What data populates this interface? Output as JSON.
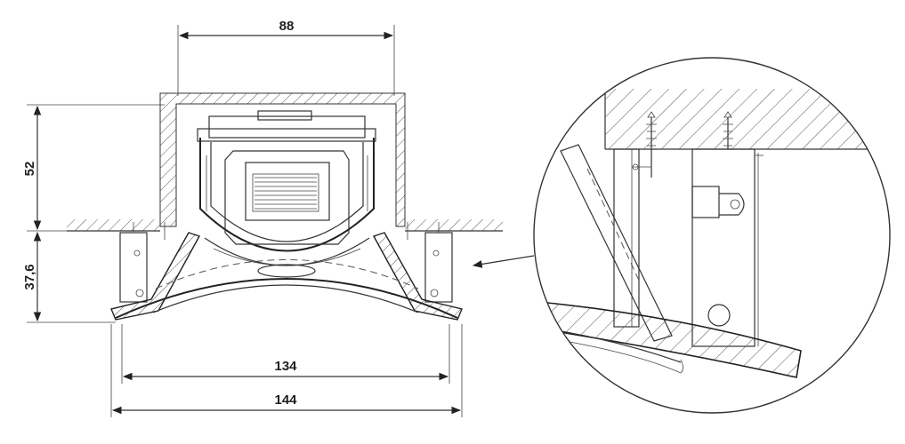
{
  "dimensions": {
    "top_width": "88",
    "upper_height": "52",
    "lower_height": "37,6",
    "inner_width": "134",
    "outer_width": "144"
  },
  "colors": {
    "line": "#333333",
    "hatch": "#555555",
    "background": "#ffffff"
  }
}
